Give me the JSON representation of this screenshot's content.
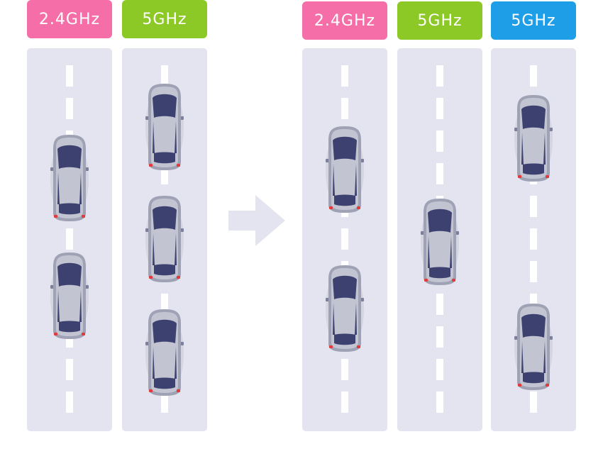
{
  "colors": {
    "badge_24": "#f56ea8",
    "badge_5_green": "#8cc826",
    "badge_5_blue": "#1e9ee6",
    "road": "#e3e4ef",
    "arrow": "#e3e4ef"
  },
  "before": {
    "lane_1": {
      "label": "2.4GHz"
    },
    "lane_2": {
      "label": "5GHz"
    }
  },
  "after": {
    "lane_1": {
      "label": "2.4GHz"
    },
    "lane_2": {
      "label": "5GHz"
    },
    "lane_3": {
      "label": "5GHz"
    }
  },
  "arrow_icon": "right-arrow-icon",
  "car_icon": "car-top-view-icon"
}
